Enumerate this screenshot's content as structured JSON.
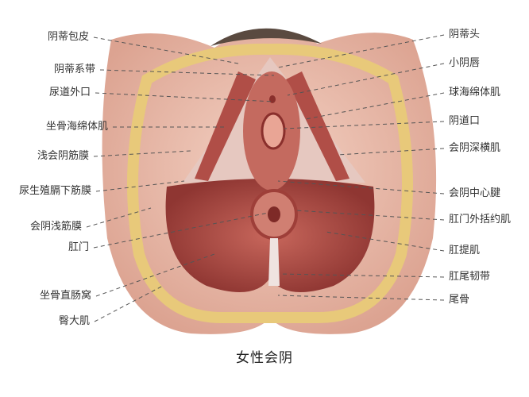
{
  "title": "女性会阴",
  "labels_left": [
    "阴蒂包皮",
    "阴蒂系带",
    "尿道外口",
    "坐骨海绵体肌",
    "浅会阴筋膜",
    "尿生殖膈下筋膜",
    "会阴浅筋膜",
    "肛门",
    "坐骨直肠窝",
    "臀大肌"
  ],
  "labels_right": [
    "阴蒂头",
    "小阴唇",
    "球海绵体肌",
    "阴道口",
    "会阴深横肌",
    "会阴中心腱",
    "肛门外括约肌",
    "肛提肌",
    "肛尾韧带",
    "尾骨"
  ],
  "colors": {
    "skin": "#e9b7a6",
    "fat": "#e8c97a",
    "muscle": "#b5504a",
    "dark_muscle": "#8a2f2c",
    "text": "#333333"
  }
}
